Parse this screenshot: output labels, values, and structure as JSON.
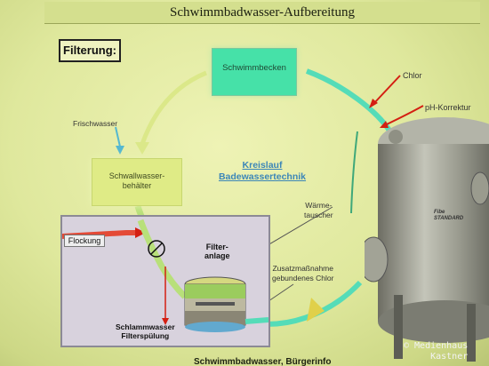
{
  "slide": {
    "title": "Schwimmbadwasser-Aufbereitung",
    "section_label": "Filterung:",
    "footer": "Schwimmbadwasser, Bürgerinfo",
    "copyright_line1": "© Medienhaus",
    "copyright_line2": "Kastner"
  },
  "diagram": {
    "pool_label": "Schwimmbecken",
    "surge_tank_label_line1": "Schwallwasser-",
    "surge_tank_label_line2": "behälter",
    "cycle_title_line1": "Kreislauf",
    "cycle_title_line2": "Badewassertechnik",
    "chlorine_label": "Chlor",
    "ph_label": "pH-Korrektur",
    "fresh_water_label": "Frischwasser",
    "heat_exchanger_line1": "Wärme-",
    "heat_exchanger_line2": "tauscher",
    "additive_line1": "Zusatzmaßnahme",
    "additive_line2": "gebundenes Chlor",
    "flocculation_label": "Flockung",
    "filter_unit_line1": "Filter-",
    "filter_unit_line2": "anlage",
    "sludge_line1": "Schlammwasser",
    "sludge_line2": "Filterspülung",
    "tank_brand_line1": "Fibe",
    "tank_brand_line2": "STANDARD"
  },
  "colors": {
    "slide_background": "#dfe89d",
    "title_bar": "#d4df8e",
    "pool": "#46e1a8",
    "surge_tank": "#dfeb86",
    "flow_pipe": "#55dcb8",
    "flocculation_pipe": "#b8e07a",
    "red_arrow": "#d41f12",
    "cycle_title": "#3b86b8",
    "filter_panel": "#d8d2dd"
  }
}
